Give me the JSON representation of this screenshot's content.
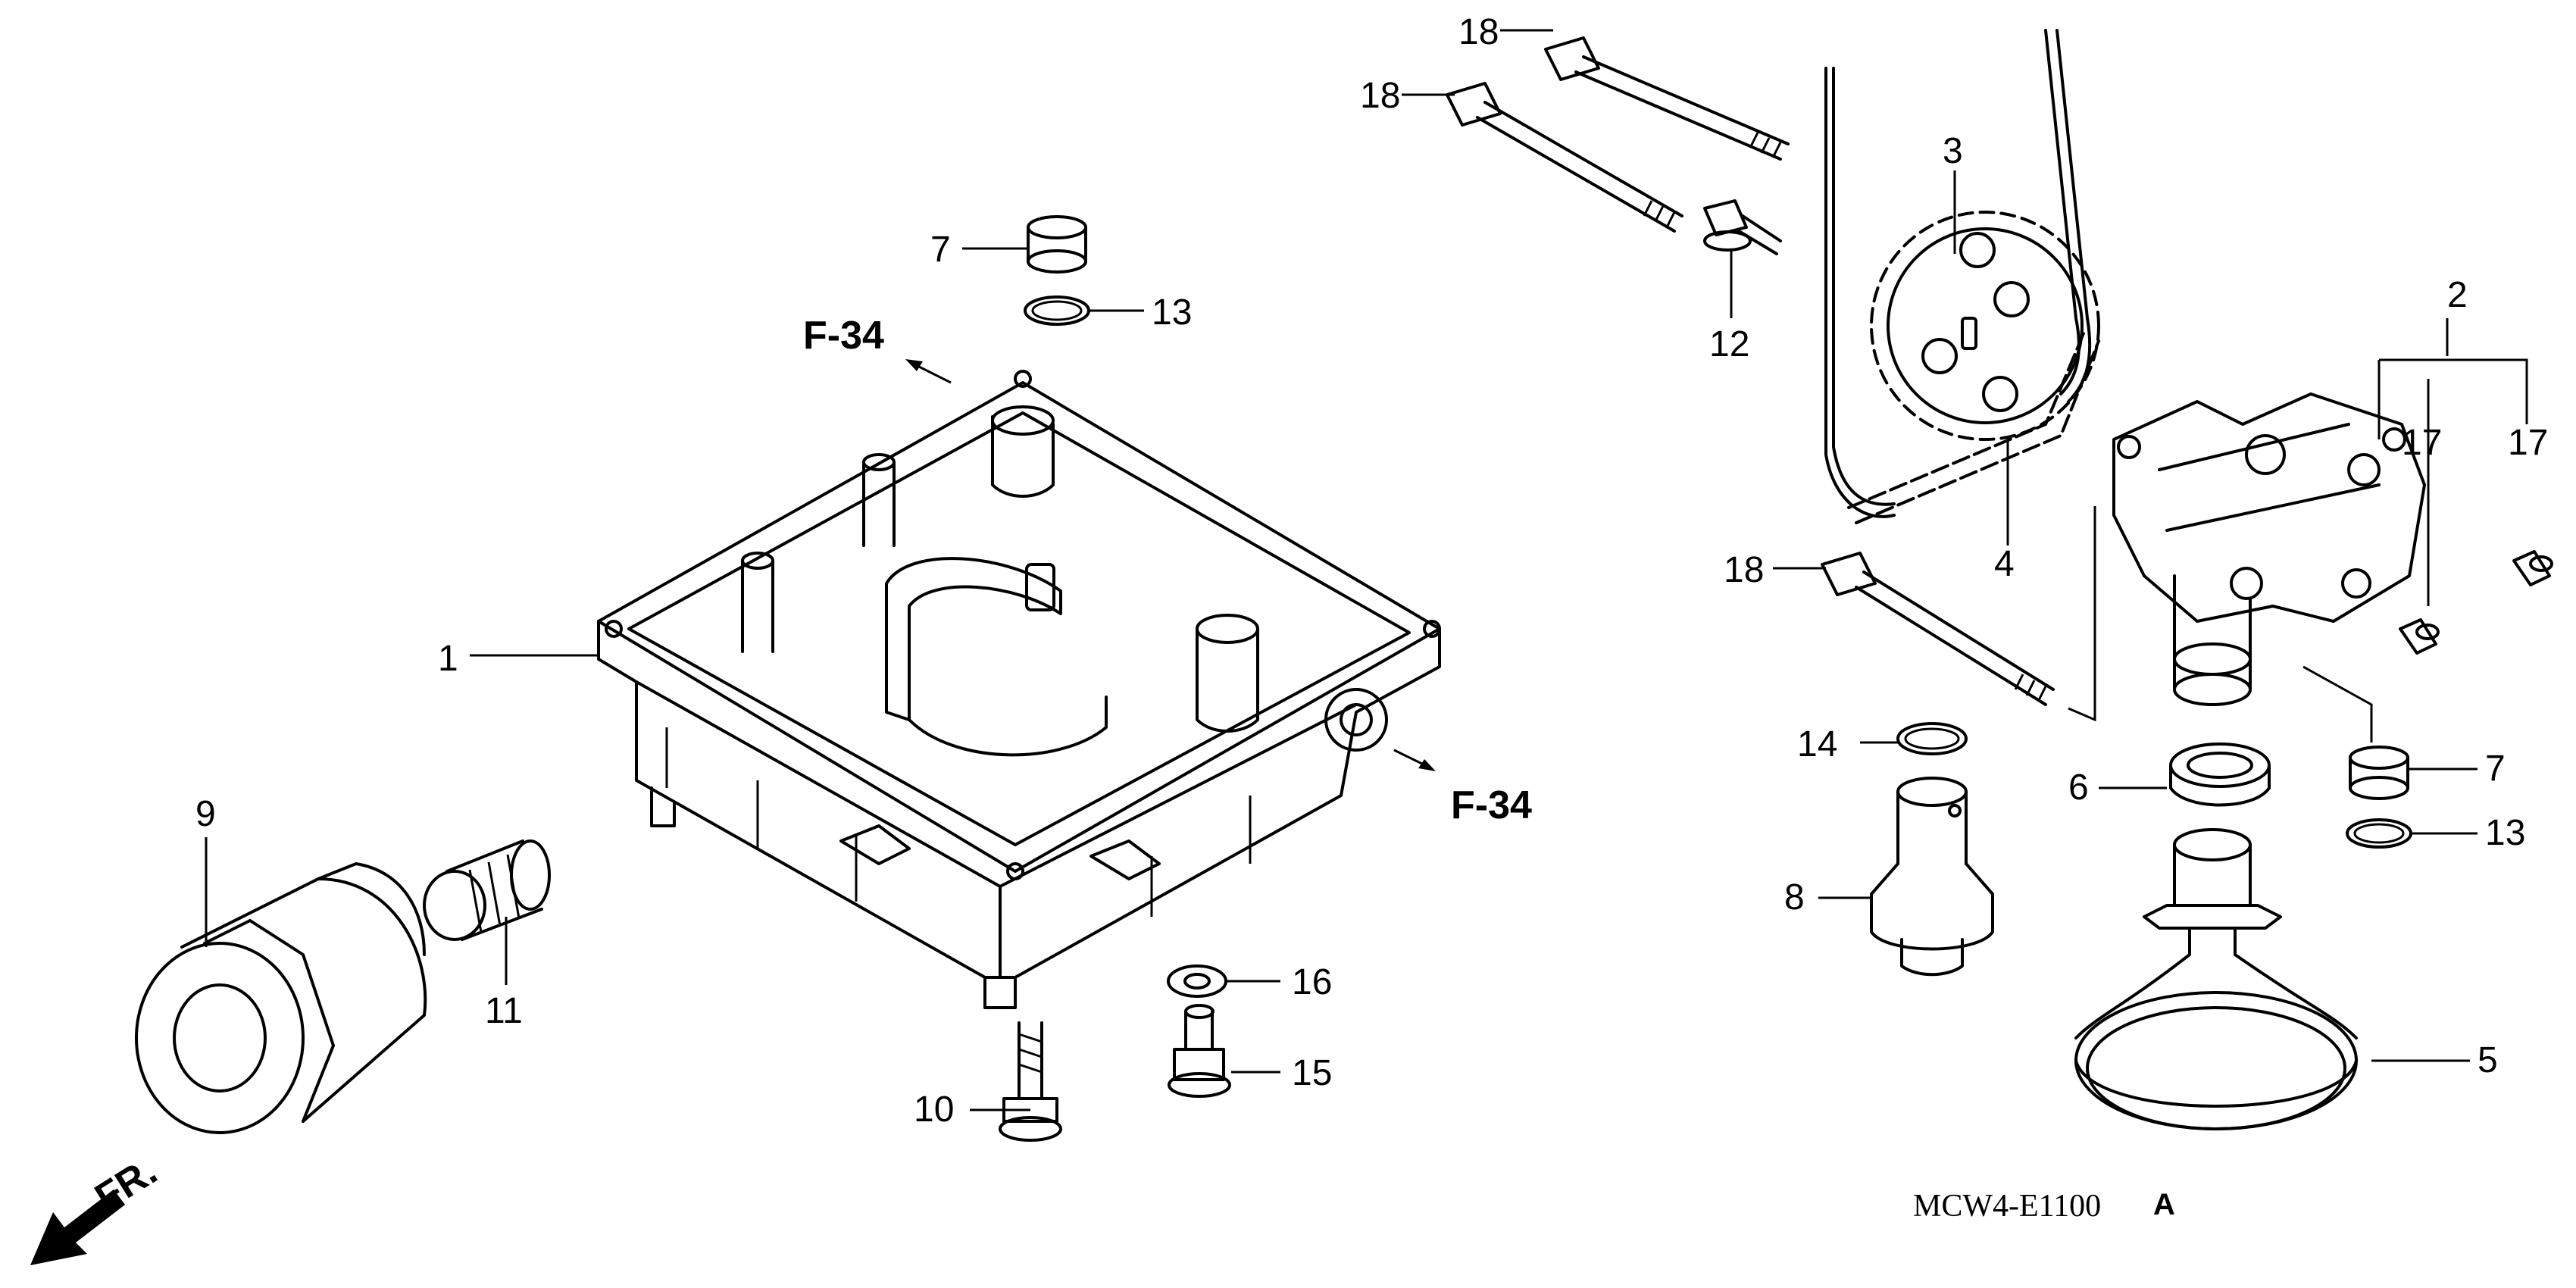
{
  "diagram": {
    "labels": {
      "p1": "1",
      "p2": "2",
      "p3": "3",
      "p4": "4",
      "p5": "5",
      "p6": "6",
      "p7a": "7",
      "p7b": "7",
      "p8": "8",
      "p9": "9",
      "p10": "10",
      "p11": "11",
      "p12": "12",
      "p13a": "13",
      "p13b": "13",
      "p14": "14",
      "p15": "15",
      "p16": "16",
      "p17a": "17",
      "p17b": "17",
      "p18a": "18",
      "p18b": "18",
      "p18c": "18"
    },
    "references": {
      "ref_top": "F-34",
      "ref_right": "F-34"
    },
    "front_marker": "FR.",
    "drawing_code": "MCW4-E1100",
    "drawing_code_suffix": "A"
  }
}
